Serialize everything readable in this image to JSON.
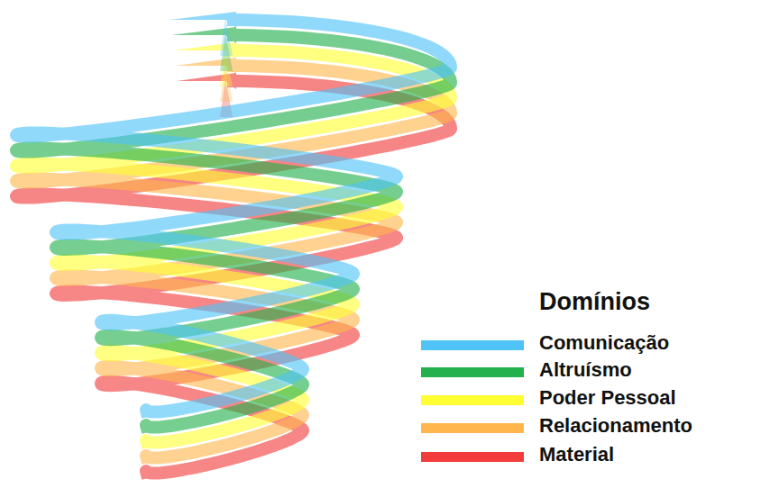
{
  "diagram": {
    "labels": [
      "Domínios"
    ],
    "legend": [
      {
        "text": "Comunicação",
        "color": "#4fc3f7"
      },
      {
        "text": "Altruísmo",
        "color": "#22b14c"
      },
      {
        "text": "Poder Pessoal",
        "color": "#ffff33"
      },
      {
        "text": "Relacionamento",
        "color": "#ffb74d"
      },
      {
        "text": "Material",
        "color": "#f23c3c"
      }
    ]
  }
}
